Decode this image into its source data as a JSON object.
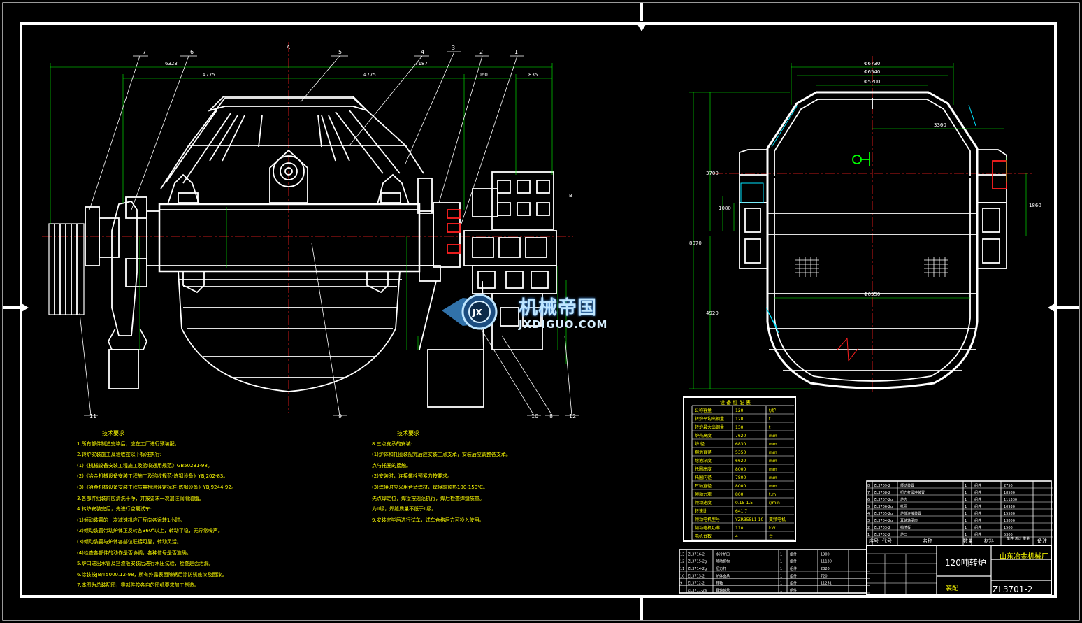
{
  "drawing": {
    "title": "120吨转炉",
    "drawing_number": "ZL3701-2",
    "organization": "山东冶金机械厂",
    "assembly_label": "装配",
    "parts_table_header": [
      "序号",
      "代号",
      "名称",
      "数量",
      "材料",
      "单件 总计 重量",
      "备注"
    ],
    "callouts_left": [
      "7",
      "6",
      "5",
      "4",
      "3",
      "2",
      "1"
    ],
    "callouts_bottom": [
      "11",
      "9",
      "10",
      "8",
      "12"
    ],
    "dims_top_left": [
      "6323",
      "4775",
      "4775",
      "7187",
      "1060",
      "835"
    ],
    "dims_right": [
      "Φ6730",
      "Φ6540",
      "Φ5200",
      "3360",
      "Φ6350",
      "3700",
      "8070",
      "4920",
      "1080",
      "1860"
    ],
    "param_table_title": "设 备 性 能 表",
    "param_rows": [
      {
        "name": "公称容量",
        "value": "120",
        "unit": "t/炉"
      },
      {
        "name": "转炉平均出钢量",
        "value": "120",
        "unit": "t"
      },
      {
        "name": "转炉最大出钢量",
        "value": "130",
        "unit": "t"
      },
      {
        "name": "炉壳高度",
        "value": "7620",
        "unit": "mm"
      },
      {
        "name": "炉 径",
        "value": "6830",
        "unit": "mm"
      },
      {
        "name": "熔池直径",
        "value": "5350",
        "unit": "mm"
      },
      {
        "name": "熔池深度",
        "value": "6620",
        "unit": "mm"
      },
      {
        "name": "托圈高度",
        "value": "8000",
        "unit": "mm"
      },
      {
        "name": "托圈内径",
        "value": "7800",
        "unit": "mm"
      },
      {
        "name": "耳轴直径",
        "value": "8000",
        "unit": "mm"
      },
      {
        "name": "倾动力矩",
        "value": "800",
        "unit": "t.m"
      },
      {
        "name": "倾动速度",
        "value": "0.15-1.5",
        "unit": "r/min"
      },
      {
        "name": "转速比",
        "value": "641.7",
        "unit": ""
      },
      {
        "name": "倾动电机型号",
        "value": "YZR355L1-10",
        "unit": "变频电机"
      },
      {
        "name": "倾动电机功率",
        "value": "110",
        "unit": "kW"
      },
      {
        "name": "电机台数",
        "value": "4",
        "unit": "台"
      }
    ],
    "tech_req_1_title": "技术要求",
    "tech_req_1": [
      "1.所有部件制造完毕后，应在工厂进行预装配。",
      "2.转炉安装施工及验收按以下标准执行:",
      "(1)《机械设备安装工程施工及验收通用规范》GB50231-98。",
      "(2)《冶金机械设备安装工程施工及验收规范-炼钢设备》YBJ202-83。",
      "(3)《冶金机械设备安装工程质量检验评定标准-炼钢设备》YBJ9244-92。",
      "3.各部件组装前应清洗干净，并按要求一次加注润滑油脂。",
      "4.转炉安装完后，先进行空载试车:",
      "(1)倾动装置的一次减速机应正反向各运转1小时。",
      "(2)倾动装置带动炉体正反转各360°以上，转动平稳，无异常噪声。",
      "(3)倾动装置与炉体各部位联接可靠，转动灵活。",
      "(4)检查各部件的动作是否协调，各种信号是否准确。",
      "5.炉口进出水管及挡渣板安装后进行水压试验，检查是否泄漏。",
      "6.涂装按JB/T5000.12-98，所有外露表面除锈后涂防锈底漆及面漆。",
      "7.本图为总装配图，零部件按各自的图纸要求加工制造。"
    ],
    "tech_req_2_title": "技术要求",
    "tech_req_2": [
      "8.三点支承的安装:",
      "(1)炉体和托圈装配完后应安装三点支承，安装后应调整各支承。",
      "点与托圈的接触。",
      "(2)安装时，连接螺栓预紧力按要求。",
      "(3)焊接时应采用合适焊材，焊接前预热100-150℃。",
      "先点焊定位，焊接按规范执行，焊后检查焊缝质量。",
      "为II级，焊缝质量不低于II级。",
      "9.安装完毕后进行试车，试车合格后方可投入使用。"
    ],
    "parts_rows_right": [
      [
        "8",
        "ZL3709-2",
        "倾动装置",
        "1",
        "组件",
        "2750",
        ""
      ],
      [
        "7",
        "ZL3708-2",
        "扭力杆缓冲装置",
        "1",
        "组件",
        "18580",
        ""
      ],
      [
        "6",
        "ZL3707-2g",
        "炉壳",
        "1",
        "组件",
        "111330",
        ""
      ],
      [
        "5",
        "ZL3706-2g",
        "托圈",
        "1",
        "组件",
        "10930",
        ""
      ],
      [
        "4",
        "ZL3705-2g",
        "炉体连接装置",
        "1",
        "组件",
        "15580",
        ""
      ],
      [
        "3",
        "ZL3704-2g",
        "耳轴轴承座",
        "1",
        "组件",
        "13800",
        ""
      ],
      [
        "2",
        "ZL3703-2",
        "挡渣板",
        "1",
        "组件",
        "1500",
        ""
      ],
      [
        "1",
        "ZL3702-2",
        "炉口",
        "1",
        "组件",
        "5300",
        ""
      ]
    ],
    "parts_rows_left": [
      [
        "13",
        "ZL3716-2",
        "水冷炉口",
        "1",
        "组件",
        "1900",
        ""
      ],
      [
        "12",
        "ZL3715-2g",
        "倾动机构",
        "1",
        "组件",
        "11130",
        ""
      ],
      [
        "11",
        "ZL3714-2g",
        "扭力杆",
        "1",
        "组件",
        "2320",
        ""
      ],
      [
        "10",
        "ZL3713-2",
        "炉体支承",
        "1",
        "组件",
        "720",
        ""
      ],
      [
        "9",
        "ZL3712-2",
        "耳轴",
        "1",
        "组件",
        "11251",
        ""
      ],
      [
        "",
        "ZL3711-2a",
        "耳轴轴承",
        "1",
        "组件",
        "",
        ""
      ]
    ],
    "logo": {
      "main": "机械帝国",
      "sub": "JXDIGUO.COM",
      "badge": "JX"
    },
    "section_labels": [
      "A",
      "B"
    ]
  },
  "colors": {
    "line_white": "#ffffff",
    "text_yellow": "#ffff00",
    "dimension_green": "#00ff00",
    "center_red": "#ff2020",
    "cyan": "#00e5ff",
    "background": "#000000"
  }
}
